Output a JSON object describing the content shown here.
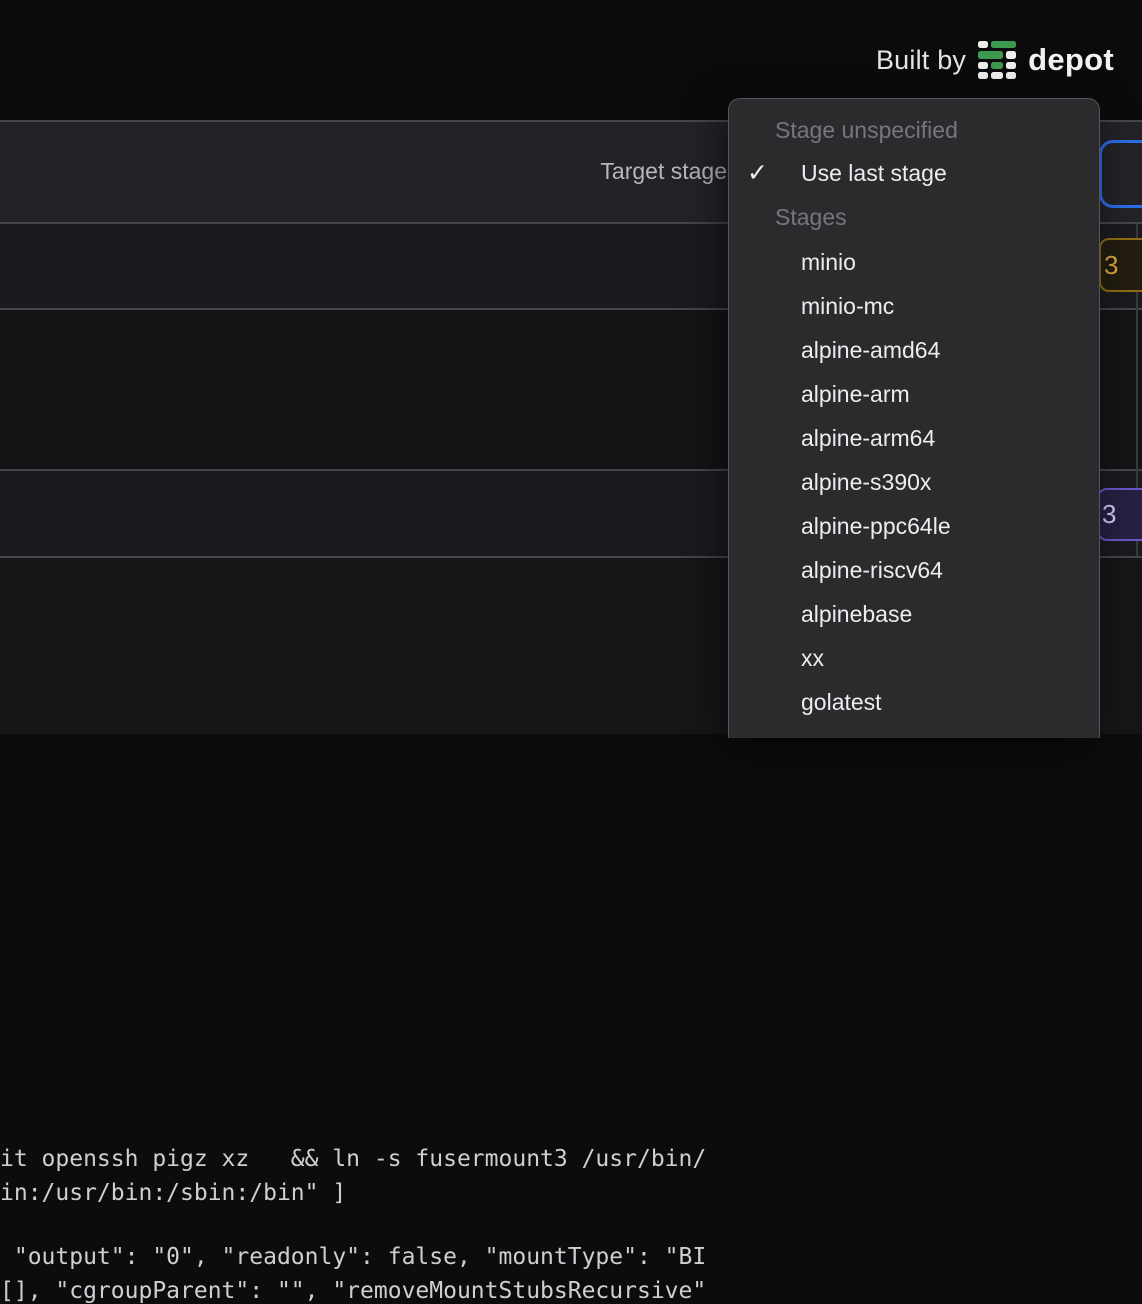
{
  "header": {
    "built_by": "Built by",
    "brand": "depot"
  },
  "form": {
    "target_stage_label": "Target stage"
  },
  "badges": {
    "amber_text": "3",
    "purple_text": "3"
  },
  "icons": {
    "check": "✓",
    "depot_logo": "depot-grid-logo"
  },
  "dropdown": {
    "section_unspecified_header": "Stage unspecified",
    "use_last_stage_label": "Use last stage",
    "use_last_stage_checked": true,
    "section_stages_header": "Stages",
    "stages": [
      "minio",
      "minio-mc",
      "alpine-amd64",
      "alpine-arm",
      "alpine-arm64",
      "alpine-s390x",
      "alpine-ppc64le",
      "alpine-riscv64",
      "alpinebase",
      "xx",
      "golatest"
    ]
  },
  "code": {
    "lines": [
      "it openssh pigz xz   && ln -s fusermount3 /usr/bin/",
      "in:/usr/bin:/sbin:/bin\" ]",
      " \"output\": \"0\", \"readonly\": false, \"mountType\": \"BI",
      "[], \"cgroupParent\": \"\", \"removeMountStubsRecursive\""
    ]
  },
  "colors": {
    "page-bg": "#0c0c0e",
    "header-bg": "#0b0b0d",
    "row1-bg": "#232327",
    "row2-bg": "#1b1b1f",
    "row3-bg": "#141417",
    "row4-bg": "#1b1b1f",
    "code-bg": "#161619",
    "divider": "#45454c",
    "col-line": "#38383f",
    "menu-bg": "#2b2b2e",
    "menu-border": "#55555b",
    "menu-muted": "#76767d",
    "menu-item-text": "#ededf0",
    "label-text": "#b6b6bb",
    "builtby-text": "#e4e4e6",
    "brand-text": "#f2f2f3",
    "code-text": "#cfcfd2",
    "accent-blue": "#2e6be6",
    "amber-border": "#8f6d12",
    "amber-text": "#d9a73c",
    "amber-bg": "#221d10",
    "purple-border": "#6a55c9",
    "purple-text": "#d3cbf2",
    "purple-bg": "#262042",
    "brand-green": "#3d9950",
    "block-white": "#eeeeea"
  }
}
